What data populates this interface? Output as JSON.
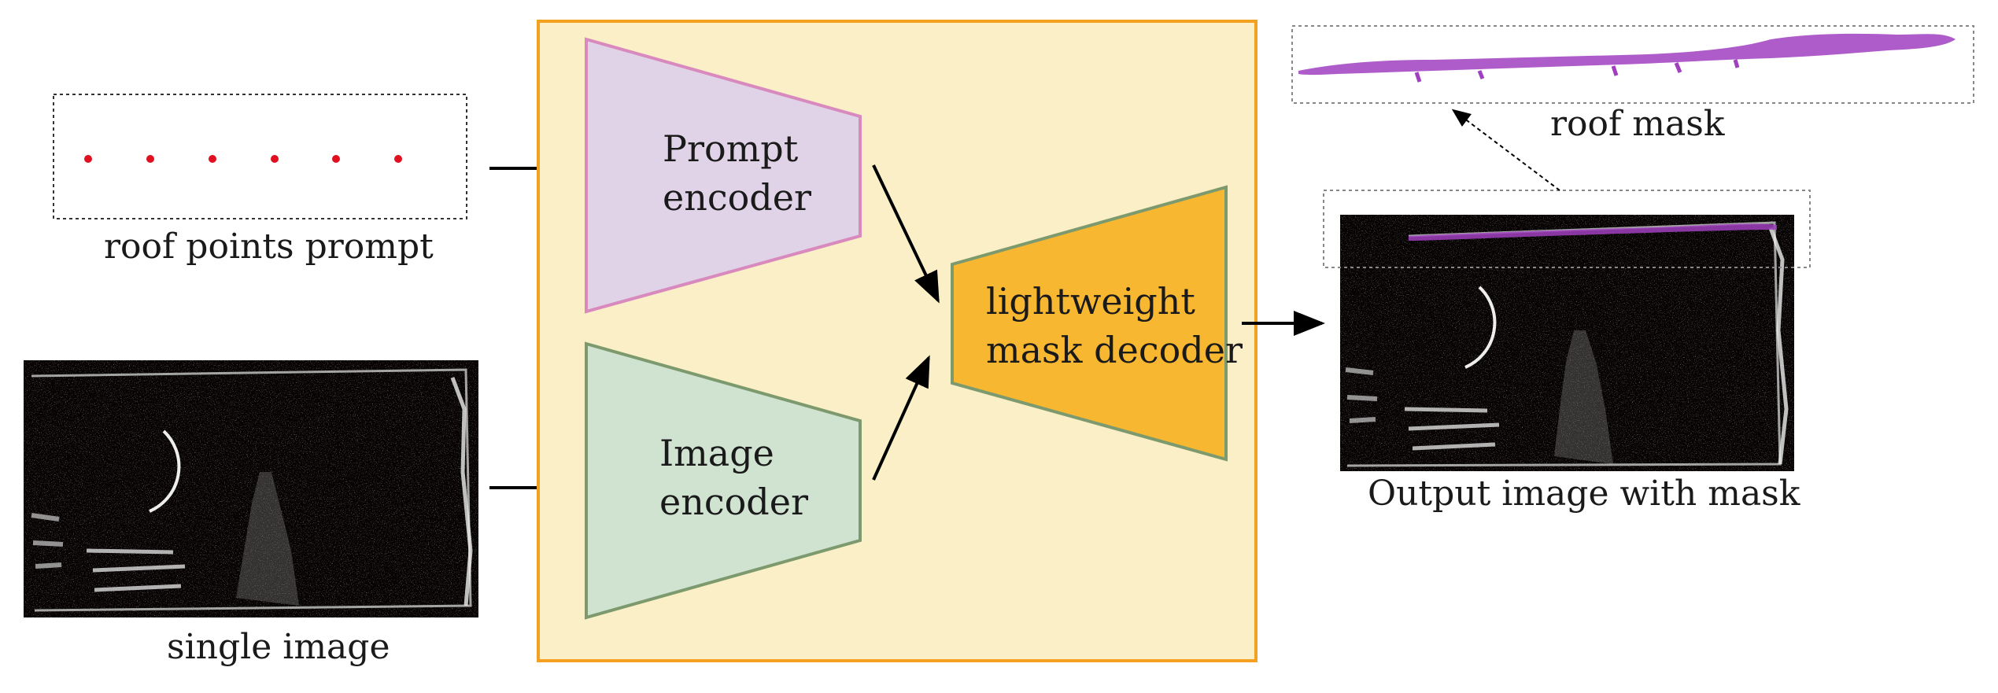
{
  "inputs": {
    "points_caption": "roof points prompt",
    "image_caption": "single image"
  },
  "model": {
    "prompt_encoder": [
      "Prompt",
      "encoder"
    ],
    "image_encoder": [
      "Image",
      "encoder"
    ],
    "mask_decoder": [
      "lightweight",
      "mask decoder"
    ]
  },
  "outputs": {
    "output_caption": "Output image with mask",
    "roof_mask_caption": "roof mask"
  },
  "colors": {
    "model_box_fill": "#fbefc8",
    "model_box_stroke": "#f4a020",
    "prompt_fill": "#e0d3e7",
    "prompt_stroke": "#d889bd",
    "image_fill": "#d0e3d1",
    "image_stroke": "#7d9a6e",
    "decoder_fill": "#f8b730",
    "decoder_stroke": "#7d9a6e",
    "point_color": "#e01020",
    "mask_color": "#a040c0"
  }
}
